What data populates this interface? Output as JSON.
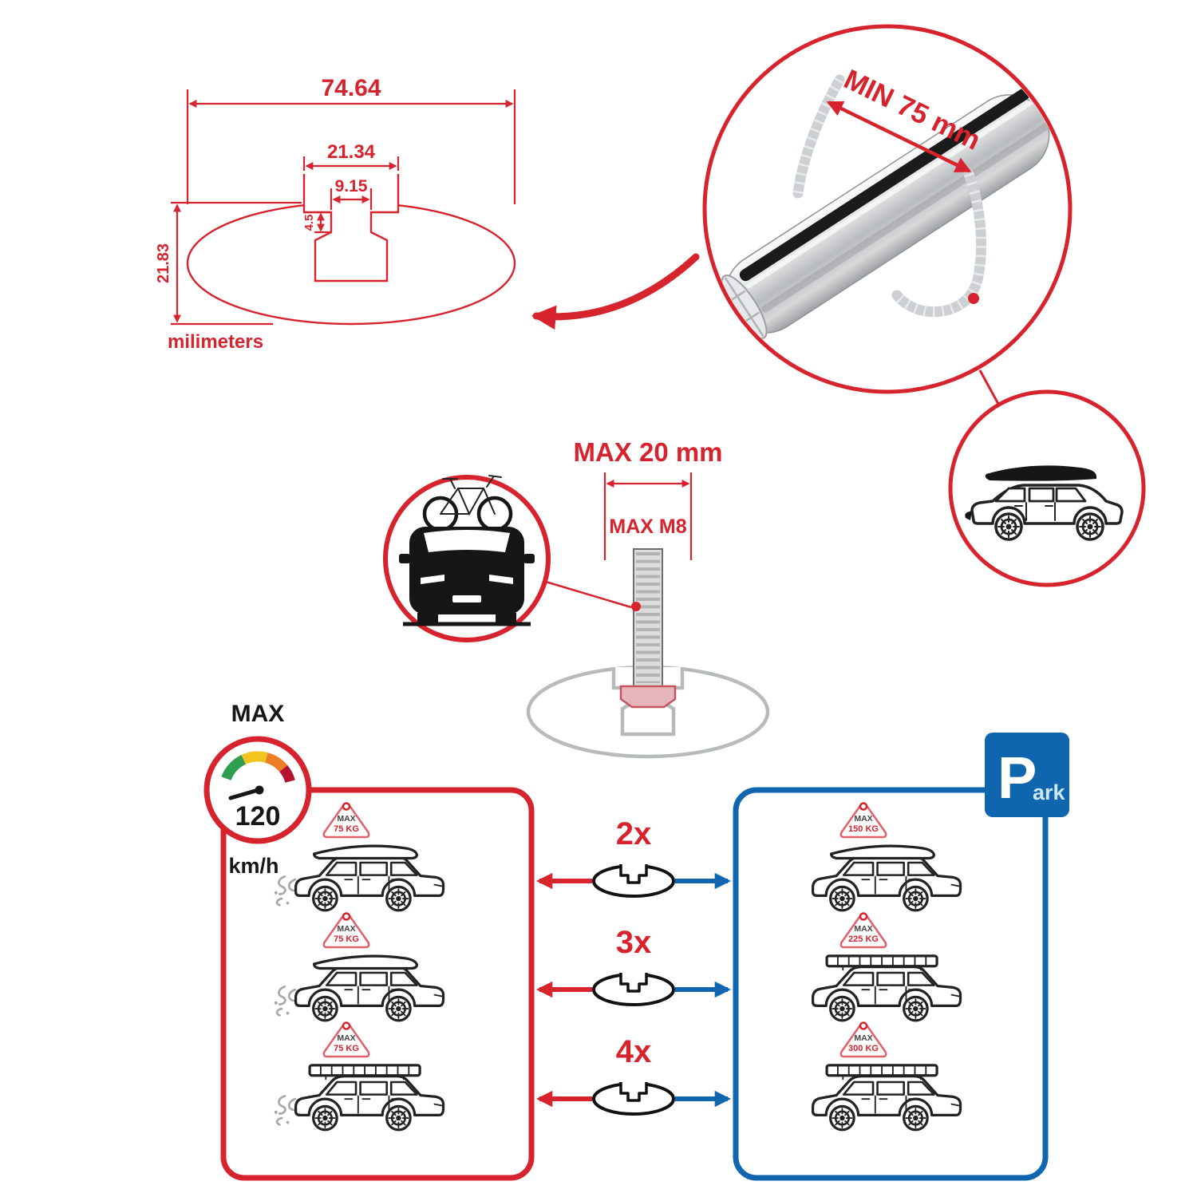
{
  "colors": {
    "red": "#d6232d",
    "blue": "#1066ae",
    "gray": "#b7babc",
    "black": "#161616"
  },
  "profile_drawing": {
    "width_total": "74.64",
    "width_flange": "21.34",
    "width_slot": "9.15",
    "depth_step": "4.5",
    "height_total": "21.83",
    "units": "milimeters"
  },
  "bar_detail": {
    "min_clamp_span": "MIN 75 mm"
  },
  "bolt_detail": {
    "max_protrusion": "MAX 20 mm",
    "max_thread": "MAX M8"
  },
  "speed_gauge": {
    "label": "MAX",
    "value": "120",
    "units": "km/h"
  },
  "parking_sign": {
    "letter": "P",
    "rest": "ark"
  },
  "load_comparison": {
    "rows": [
      {
        "bars": "2x",
        "driving": {
          "label": "MAX",
          "value": "75 KG"
        },
        "parked": {
          "label": "MAX",
          "value": "150 KG"
        }
      },
      {
        "bars": "3x",
        "driving": {
          "label": "MAX",
          "value": "75 KG"
        },
        "parked": {
          "label": "MAX",
          "value": "225 KG"
        }
      },
      {
        "bars": "4x",
        "driving": {
          "label": "MAX",
          "value": "75 KG"
        },
        "parked": {
          "label": "MAX",
          "value": "300 KG"
        }
      }
    ]
  }
}
